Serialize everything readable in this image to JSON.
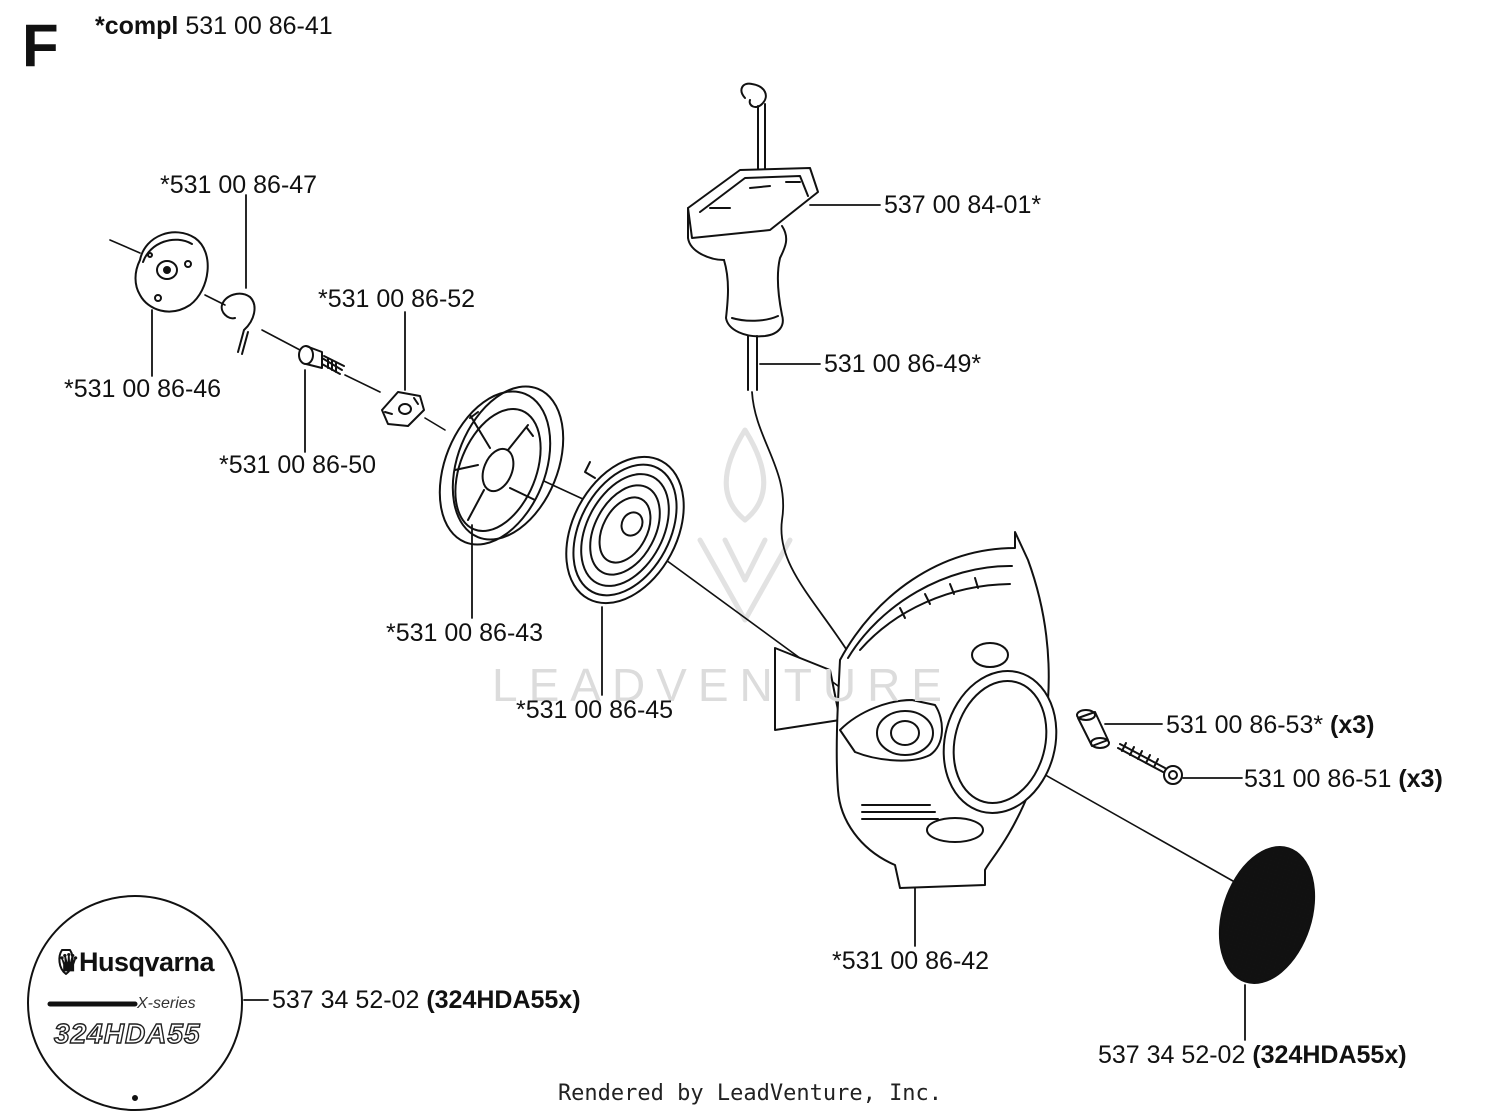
{
  "diagram": {
    "section_letter": "F",
    "assembly_note": {
      "bold": "*compl",
      "number": "531 00 86-41"
    },
    "watermark": "LEADVENTURE",
    "footer": "Rendered by LeadVenture, Inc."
  },
  "parts": [
    {
      "id": "pawl-plate",
      "number": "*531 00 86-46",
      "qualifier": ""
    },
    {
      "id": "spring-clip",
      "number": "*531 00 86-47",
      "qualifier": ""
    },
    {
      "id": "pawl-screw",
      "number": "*531 00 86-50",
      "qualifier": ""
    },
    {
      "id": "pawl",
      "number": "*531 00 86-52",
      "qualifier": ""
    },
    {
      "id": "rope-pulley",
      "number": "*531 00 86-43",
      "qualifier": ""
    },
    {
      "id": "recoil-spring",
      "number": "*531 00 86-45",
      "qualifier": ""
    },
    {
      "id": "starter-handle",
      "number": "537 00 84-01*",
      "qualifier": ""
    },
    {
      "id": "starter-rope",
      "number": "531 00 86-49*",
      "qualifier": ""
    },
    {
      "id": "starter-housing",
      "number": "*531 00 86-42",
      "qualifier": ""
    },
    {
      "id": "spacer-sleeve",
      "number": "531 00 86-53*",
      "qualifier": "(x3)"
    },
    {
      "id": "housing-screw",
      "number": "531 00 86-51",
      "qualifier": "(x3)"
    },
    {
      "id": "decal-left",
      "number": "537 34 52-02",
      "qualifier": "(324HDA55x)"
    },
    {
      "id": "decal-right",
      "number": "537 34 52-02",
      "qualifier": "(324HDA55x)"
    }
  ],
  "decal": {
    "brand": "Husqvarna",
    "series": "X-series",
    "model": "324HDA55"
  }
}
